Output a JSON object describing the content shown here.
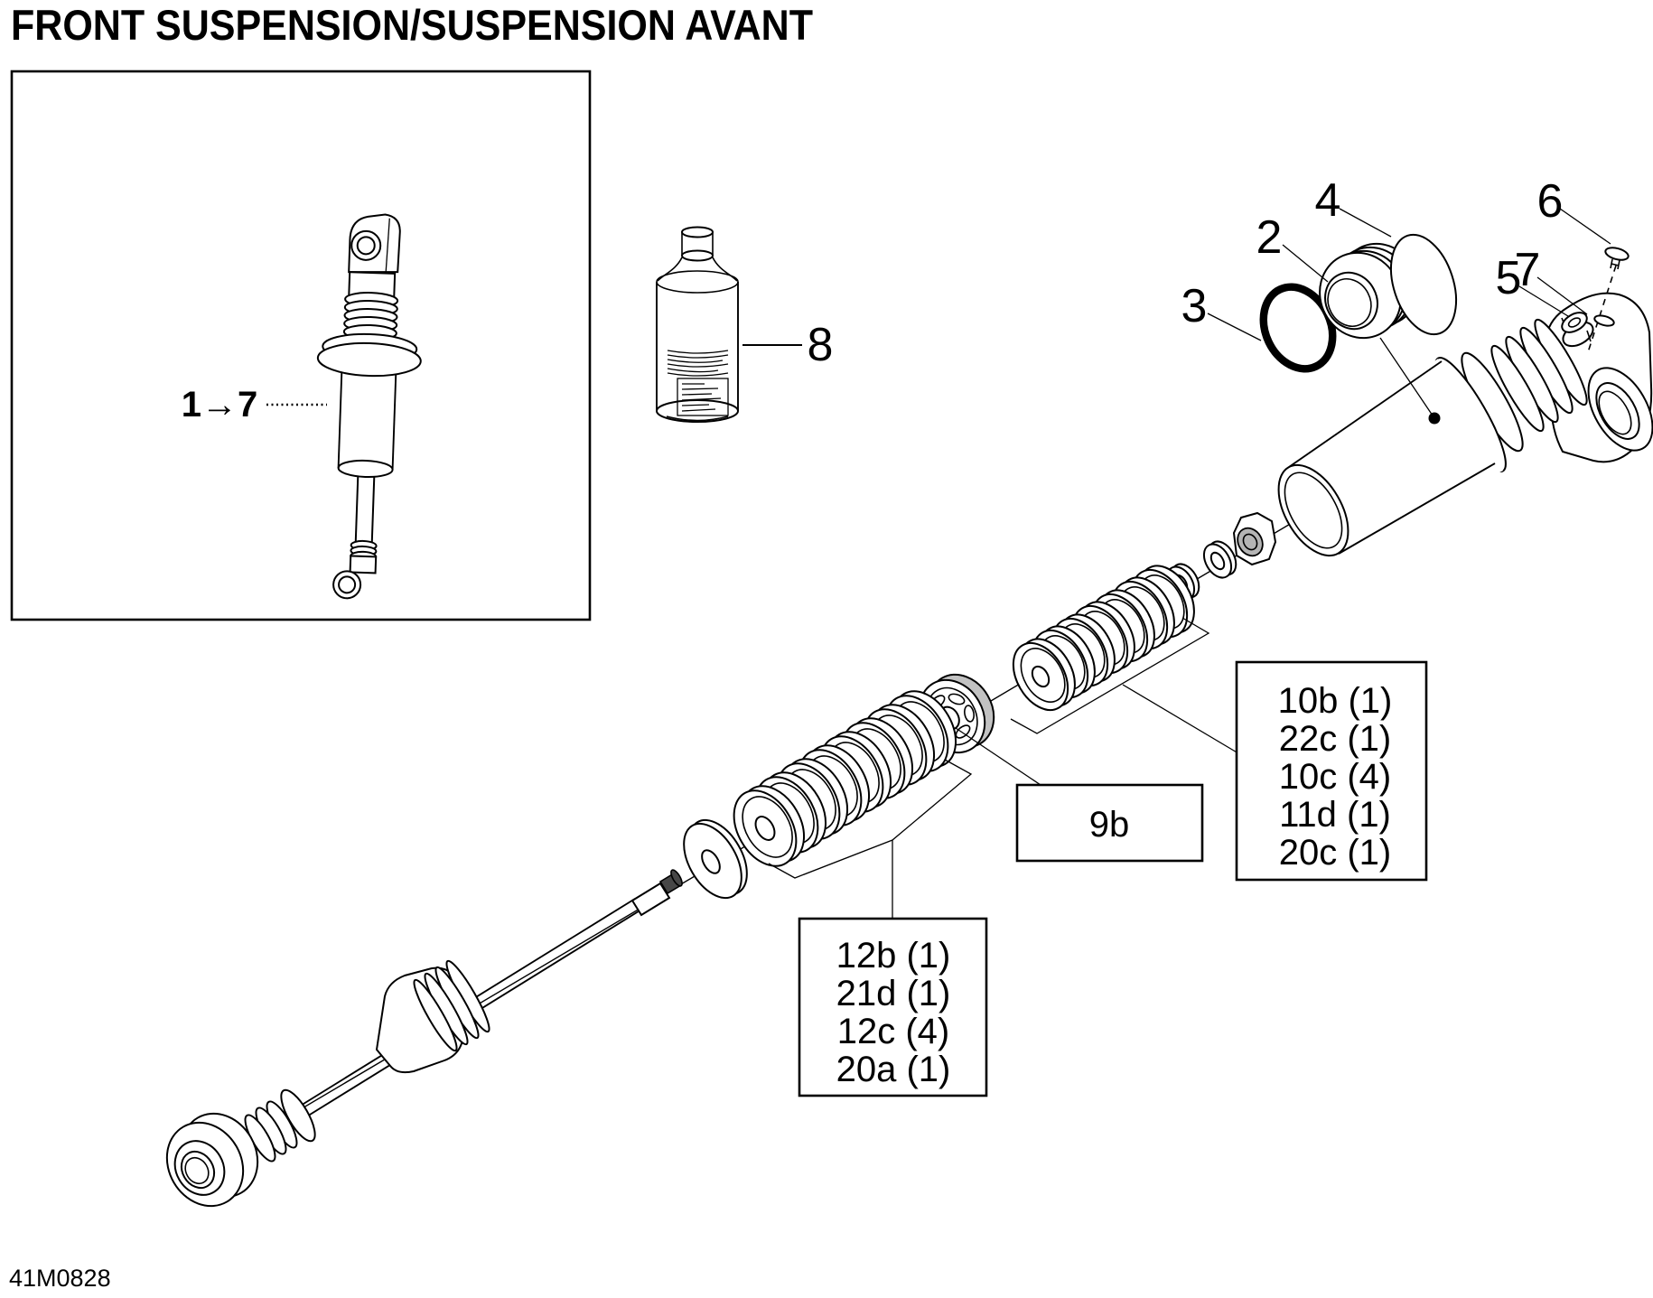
{
  "title": "FRONT SUSPENSION/SUSPENSION AVANT",
  "doc_code": "41M0828",
  "inset": {
    "range_label": "1→7"
  },
  "can": {
    "callout": "8"
  },
  "callouts": {
    "c2": "2",
    "c3": "3",
    "c4": "4",
    "c5": "5",
    "c6": "6",
    "c7": "7"
  },
  "boxes": {
    "valve_box": {
      "label": "9b"
    },
    "right_box": {
      "lines": [
        "10b (1)",
        "22c (1)",
        "10c (4)",
        "11d (1)",
        "20c (1)"
      ]
    },
    "left_box": {
      "lines": [
        "12b (1)",
        "21d (1)",
        "12c (4)",
        "20a (1)"
      ]
    }
  }
}
